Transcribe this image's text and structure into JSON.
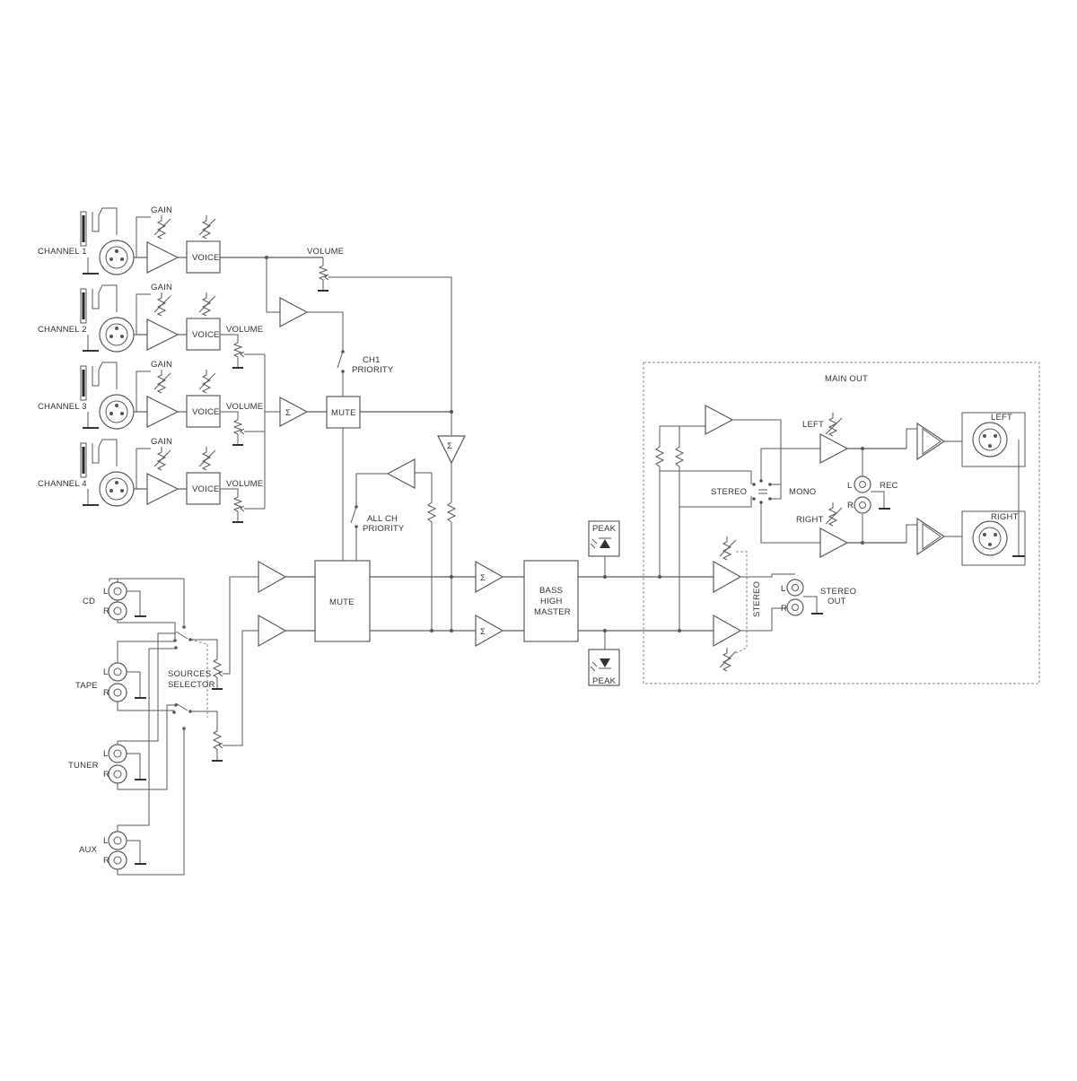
{
  "labels": {
    "channel_1": "CHANNEL 1",
    "channel_2": "CHANNEL 2",
    "channel_3": "CHANNEL 3",
    "channel_4": "CHANNEL 4",
    "gain": "GAIN",
    "voice": "VOICE",
    "volume": "VOLUME",
    "mute": "MUTE",
    "ch1_priority_1": "CH1",
    "ch1_priority_2": "PRIORITY",
    "all_ch_priority_1": "ALL CH",
    "all_ch_priority_2": "PRIORITY",
    "sigma": "Σ",
    "cd": "CD",
    "tape": "TAPE",
    "tuner": "TUNER",
    "aux": "AUX",
    "l": "L",
    "r": "R",
    "sources_selector_1": "SOURCES",
    "sources_selector_2": "SELECTOR",
    "peak": "PEAK",
    "bass": "BASS",
    "high": "HIGH",
    "master": "MASTER",
    "main_out": "MAIN OUT",
    "left": "LEFT",
    "right": "RIGHT",
    "stereo": "STEREO",
    "mono": "MONO",
    "rec": "REC",
    "stereo_out_1": "STEREO",
    "stereo_out_2": "OUT"
  },
  "colors": {
    "line": "#5a5a5a",
    "text": "#333333",
    "background": "#ffffff"
  }
}
